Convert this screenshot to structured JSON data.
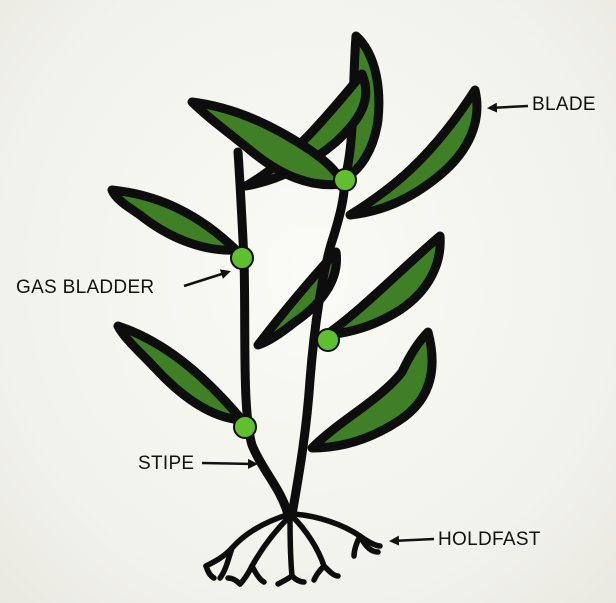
{
  "labels": {
    "blade": "BLADE",
    "gas_bladder": "GAS BLADDER",
    "stipe": "STIPE",
    "holdfast": "HOLDFAST"
  },
  "colors": {
    "blade_fill": "#3f7f25",
    "bladder_fill": "#5fbf2f",
    "outline": "#0d0d0d",
    "background": "#f4f4ef"
  }
}
